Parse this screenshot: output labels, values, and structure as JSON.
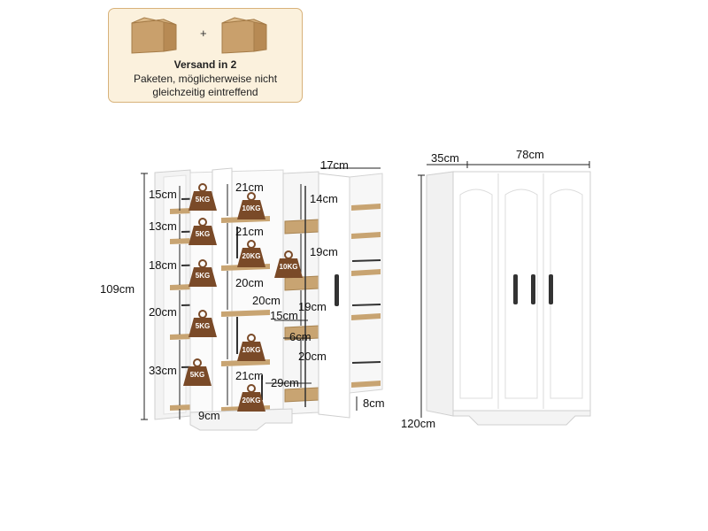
{
  "shipping": {
    "title": "Versand in 2",
    "line1": "Paketen, möglicherweise nicht",
    "line2": "gleichzeitig eintreffend",
    "plus": "+"
  },
  "dimensions": {
    "height_total": "109cm",
    "shelf_heights": [
      "15cm",
      "13cm",
      "18cm",
      "20cm",
      "33cm"
    ],
    "bottom_gap": "9cm",
    "middle_heights": [
      "21cm",
      "21cm",
      "20cm",
      "20cm",
      "21cm"
    ],
    "door_width": "17cm",
    "door_rack_heights": [
      "14cm",
      "19cm",
      "19cm",
      "20cm"
    ],
    "small_width": "15cm",
    "small_depth": "6cm",
    "drawer_width": "29cm",
    "base_height": "8cm",
    "depth": "35cm",
    "width": "78cm",
    "height_full": "120cm"
  },
  "weights": {
    "left": [
      "5KG",
      "5KG",
      "5KG",
      "5KG",
      "5KG"
    ],
    "middle": [
      "10KG",
      "20KG",
      "10KG",
      "20KG"
    ],
    "door": "10KG"
  },
  "colors": {
    "box": "#c9a06c",
    "weight": "#7a4a28",
    "wood": "#c8a472",
    "handle": "#333333",
    "cabinet": "#ffffff"
  }
}
